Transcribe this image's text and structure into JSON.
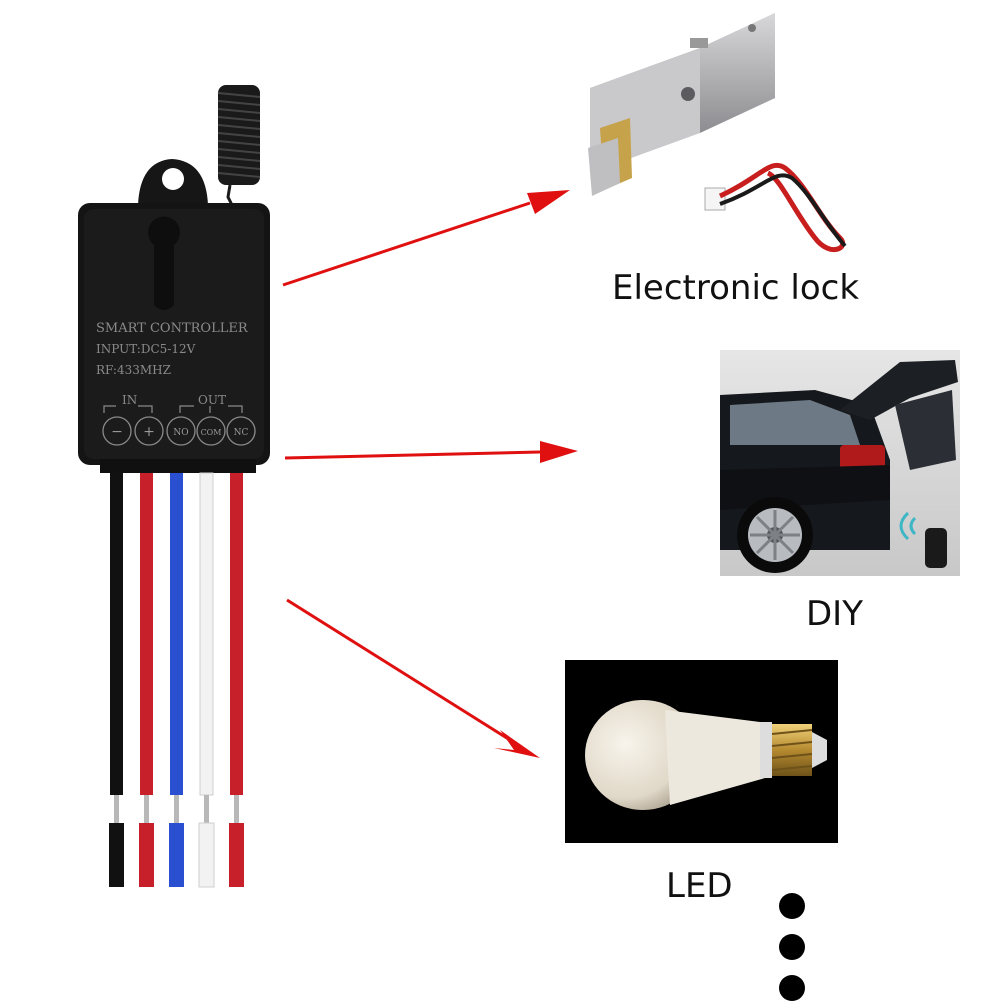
{
  "controller": {
    "title": "SMART CONTROLLER",
    "input_spec": "INPUT:DC5-12V",
    "rf_spec": "RF:433MHZ",
    "in_label": "IN",
    "out_label": "OUT",
    "terminals": [
      "−",
      "+",
      "NO",
      "COM",
      "NC"
    ],
    "wire_colors": [
      "#111111",
      "#c8202a",
      "#2a4fd0",
      "#f2f2f2",
      "#c8202a"
    ]
  },
  "arrow_color": "#e01010",
  "targets": [
    {
      "caption": "Electronic lock",
      "icon": "electronic-lock-photo"
    },
    {
      "caption": "DIY",
      "icon": "car-tailgate-photo"
    },
    {
      "caption": "LED",
      "icon": "led-bulb-photo"
    }
  ]
}
